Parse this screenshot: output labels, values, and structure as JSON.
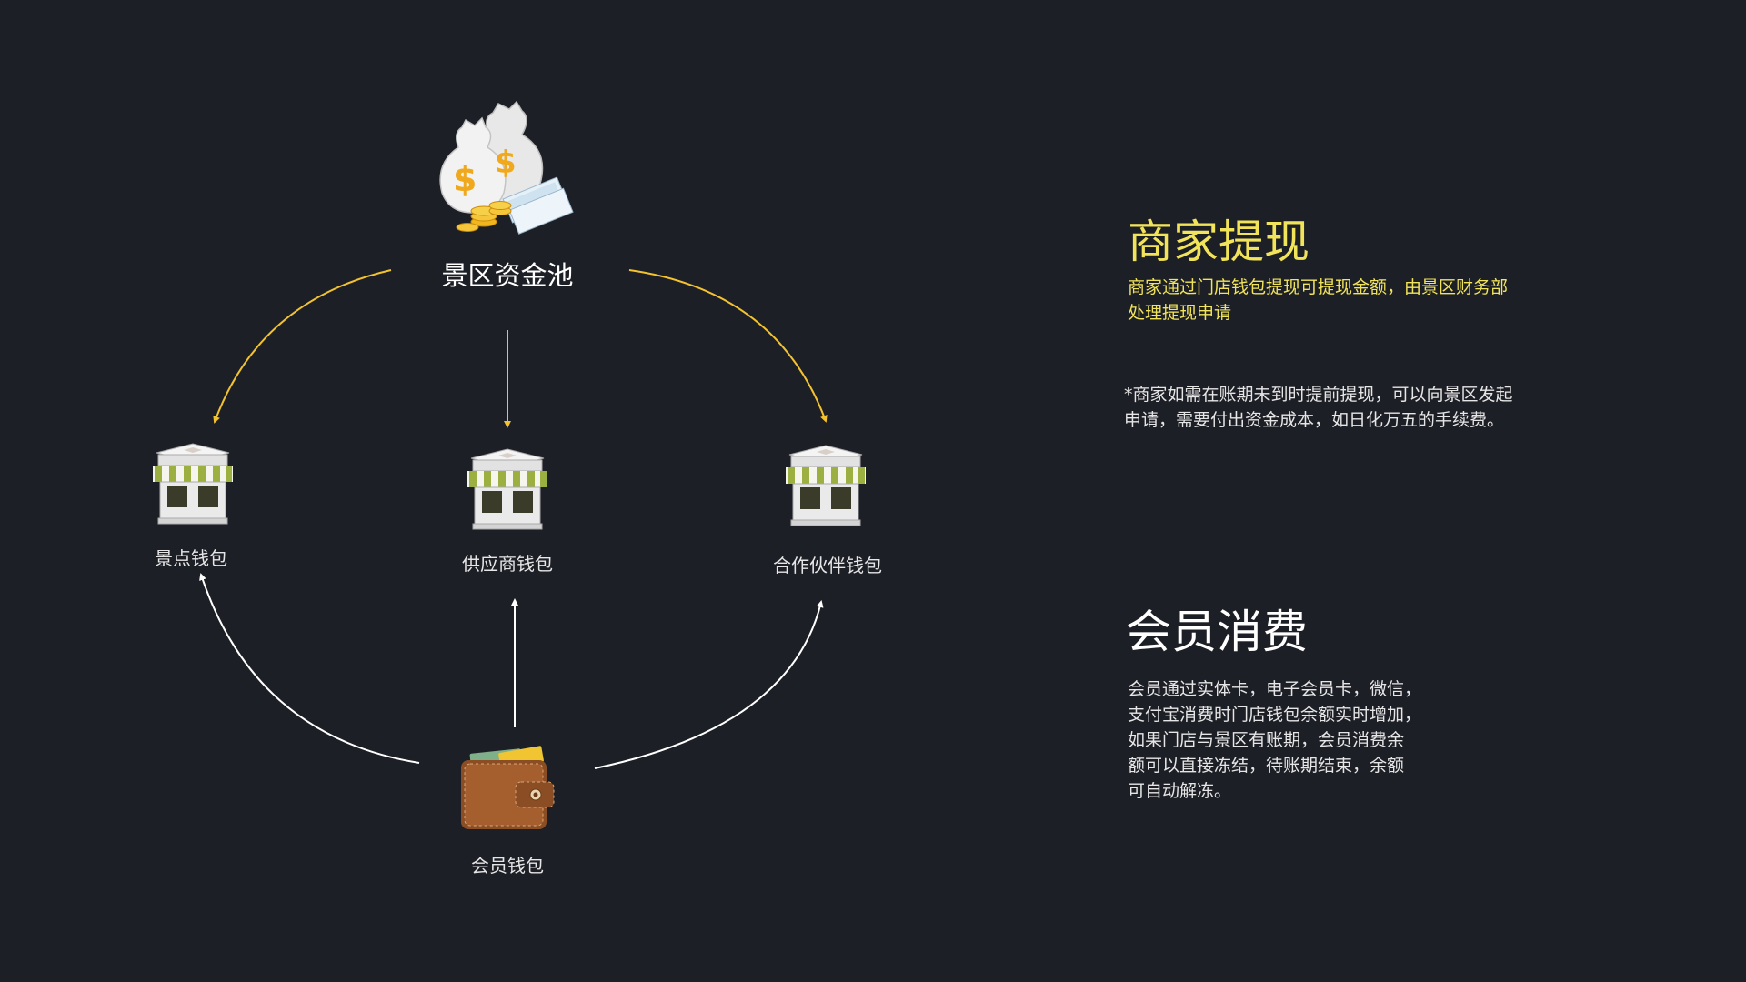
{
  "diagram": {
    "pool": {
      "label": "景区资金池",
      "icon": "money-bags-icon"
    },
    "wallets": {
      "scenic": {
        "label": "景点钱包",
        "icon": "storefront-icon"
      },
      "supplier": {
        "label": "供应商钱包",
        "icon": "storefront-icon"
      },
      "partner": {
        "label": "合作伙伴钱包",
        "icon": "storefront-icon"
      },
      "member": {
        "label": "会员钱包",
        "icon": "wallet-icon"
      }
    },
    "edges": [
      {
        "from": "pool",
        "to": "scenic",
        "color": "#f2c230"
      },
      {
        "from": "pool",
        "to": "supplier",
        "color": "#f2c230"
      },
      {
        "from": "pool",
        "to": "partner",
        "color": "#f2c230"
      },
      {
        "from": "member",
        "to": "scenic",
        "color": "#ffffff"
      },
      {
        "from": "member",
        "to": "supplier",
        "color": "#ffffff"
      },
      {
        "from": "member",
        "to": "partner",
        "color": "#ffffff"
      }
    ]
  },
  "merchant_withdraw": {
    "title": "商家提现",
    "desc_line1": "商家通过门店钱包提现可提现金额，由景区财务部",
    "desc_line2": "处理提现申请",
    "note_line1": "*商家如需在账期未到时提前提现，可以向景区发起",
    "note_line2": "申请，需要付出资金成本，如日化万五的手续费。"
  },
  "member_consume": {
    "title": "会员消费",
    "lines": [
      "会员通过实体卡，电子会员卡，微信，",
      "支付宝消费时门店钱包余额实时增加，",
      "如果门店与景区有账期，会员消费余",
      "额可以直接冻结，待账期结束，余额",
      "可自动解冻。"
    ]
  },
  "colors": {
    "background": "#1d1f26",
    "accent_yellow": "#f2e45a",
    "arrow_yellow": "#f2c230",
    "text_white": "#ffffff"
  }
}
